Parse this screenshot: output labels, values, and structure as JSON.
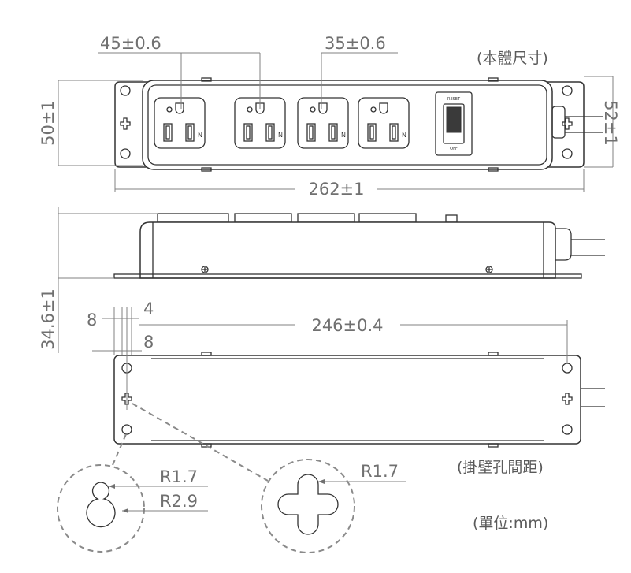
{
  "dimensions": {
    "outlet_pitch_a": "45±0.6",
    "outlet_pitch_b": "35±0.6",
    "body_height": "50±1",
    "plate_height": "52±1",
    "total_length": "262±1",
    "body_thickness": "34.6±1",
    "hole_offset_a": "8",
    "hole_offset_b": "4",
    "hole_offset_c": "8",
    "hole_spacing": "246±0.4",
    "radius_small_a": "R1.7",
    "radius_large": "R2.9",
    "radius_small_b": "R1.7"
  },
  "notes": {
    "body_size": "(本體尺寸)",
    "mount_spacing": "(掛壁孔間距)",
    "unit": "(單位:mm)"
  },
  "switch": {
    "top_label": "RESET",
    "bottom_label": "OFF"
  },
  "outlet": {
    "neutral_label": "N"
  },
  "colors": {
    "outline": "#333333",
    "dimension": "#707070",
    "detail_dash": "#8a8a8a"
  }
}
